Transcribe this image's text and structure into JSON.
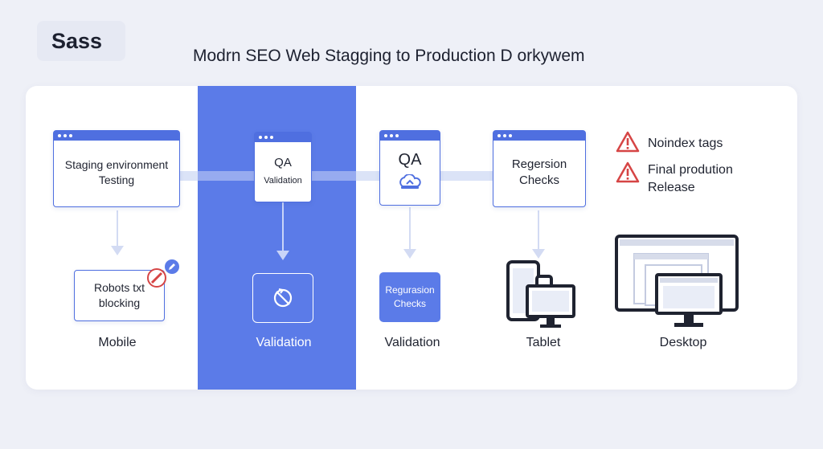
{
  "brand": "Sass",
  "title": "Modrn SEO Web Stagging to Production D orkywem",
  "nodes": {
    "staging": "Staging environment\nTesting",
    "qa1_title": "QA",
    "qa1_sub": "Validation",
    "qa2": "QA",
    "regression": "Regersion\nChecks",
    "robots": "Robots txt\nblocking",
    "regression2": "Regurasion\nChecks"
  },
  "warnings": [
    {
      "text": "Noindex tags"
    },
    {
      "text": "Final prodution\nRelease"
    }
  ],
  "devices": {
    "mobile": "Mobile",
    "validation_blue": "Validation",
    "validation": "Validation",
    "tablet": "Tablet",
    "desktop": "Desktop"
  },
  "colors": {
    "accent": "#5b7be8",
    "window_border": "#4f6fe0",
    "warning": "#d64545",
    "device": "#1f2330"
  }
}
